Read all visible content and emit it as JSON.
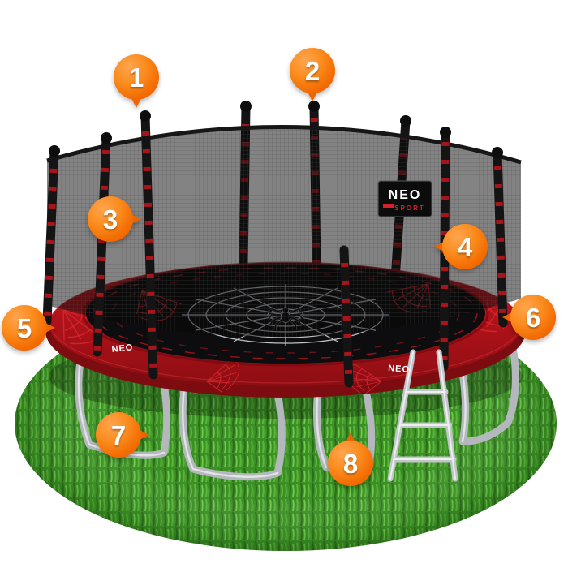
{
  "scene": {
    "description": "Trampoline with safety enclosure net on round grass patch, parts annotated 1-8",
    "background_color": "#ffffff"
  },
  "markers": [
    {
      "number": "1"
    },
    {
      "number": "2"
    },
    {
      "number": "3"
    },
    {
      "number": "4"
    },
    {
      "number": "5"
    },
    {
      "number": "6"
    },
    {
      "number": "7"
    },
    {
      "number": "8"
    }
  ],
  "banner": {
    "brand": "NEO",
    "sub_brand": "SPORT"
  },
  "frame_logos": {
    "left": "NEO",
    "right": "NEO"
  },
  "colors": {
    "marker_orange": "#f26a00",
    "frame_pad_red": "#b1141c",
    "mat_black": "#0d0d0f",
    "web_grey": "#d3d6da",
    "web_red": "#c3161f",
    "net_dark": "#141414",
    "grass_green": "#3c8f26",
    "metal_grey": "#b4b8bd"
  }
}
